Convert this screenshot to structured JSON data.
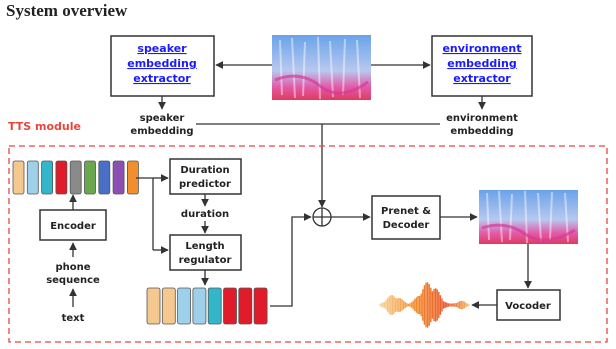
{
  "title": "System overview",
  "speaker_extractor": [
    "speaker",
    "embedding",
    "extractor"
  ],
  "environment_extractor": [
    "environment",
    "embedding",
    "extractor"
  ],
  "speaker_embedding": [
    "speaker",
    "embedding"
  ],
  "environment_embedding": [
    "environment",
    "embedding"
  ],
  "tts_module": "TTS module",
  "duration_predictor": [
    "Duration",
    "predictor"
  ],
  "duration": "duration",
  "length_regulator": [
    "Length",
    "regulator"
  ],
  "encoder": "Encoder",
  "phone_sequence": [
    "phone",
    "sequence"
  ],
  "text": "text",
  "prenet_decoder": [
    "Prenet &",
    "Decoder"
  ],
  "vocoder": "Vocoder",
  "colors": {
    "encoder_cells": [
      "#f5c88f",
      "#9fd0ea",
      "#33b6c9",
      "#e01c2a",
      "#8a8a8a",
      "#6aa84f",
      "#4a6fc7",
      "#8e4fb3",
      "#f28e2c"
    ],
    "regulator_cells": [
      "#f5c88f",
      "#f5c88f",
      "#9fd0ea",
      "#9fd0ea",
      "#33b6c9",
      "#e01c2a",
      "#e01c2a",
      "#e01c2a"
    ],
    "dashed_border": "#e8463c",
    "extractor_text": "#1a1aff"
  }
}
